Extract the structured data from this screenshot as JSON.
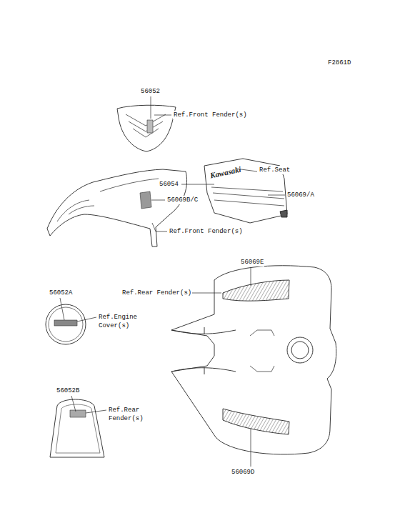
{
  "diagram": {
    "labels": [
      "F2861D",
      "56052",
      "Ref.Front Fender(s)",
      "Kawasaki",
      "56054",
      "Ref.Seat",
      "56069/A",
      "56069B/C",
      "Ref.Front Fender(s)",
      "56069E",
      "Ref.Rear Fender(s)",
      "56052A",
      "Ref.Engine Cover(s)",
      "56052B",
      "Ref.Rear Fender(s)",
      "56069D"
    ]
  }
}
